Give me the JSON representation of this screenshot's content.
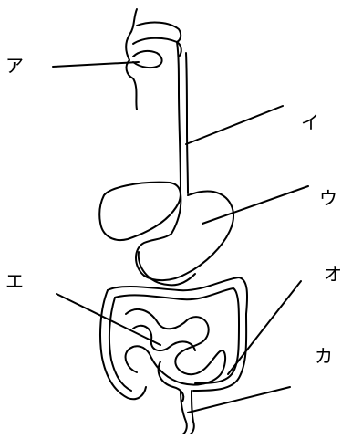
{
  "diagram": {
    "labels": {
      "a": "ア",
      "i": "イ",
      "u": "ウ",
      "e": "エ",
      "o": "オ",
      "ka": "カ"
    }
  }
}
